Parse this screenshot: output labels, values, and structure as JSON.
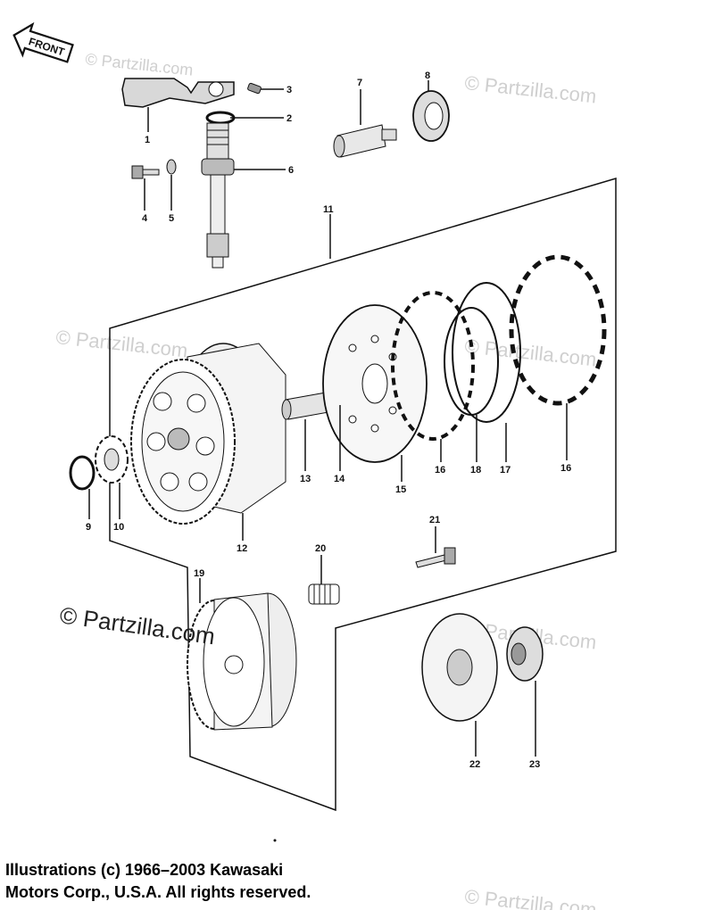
{
  "front_arrow_label": "FRONT",
  "watermarks": {
    "primary": "© Partzilla.com",
    "faint": "© Partzilla.com"
  },
  "callouts": [
    "1",
    "2",
    "3",
    "4",
    "5",
    "6",
    "7",
    "8",
    "9",
    "10",
    "11",
    "12",
    "13",
    "14",
    "15",
    "16",
    "16",
    "17",
    "18",
    "19",
    "20",
    "21",
    "22",
    "23"
  ],
  "copyright": {
    "line1": "Illustrations (c) 1966–2003 Kawasaki",
    "line2": "Motors Corp., U.S.A.  All rights reserved."
  }
}
